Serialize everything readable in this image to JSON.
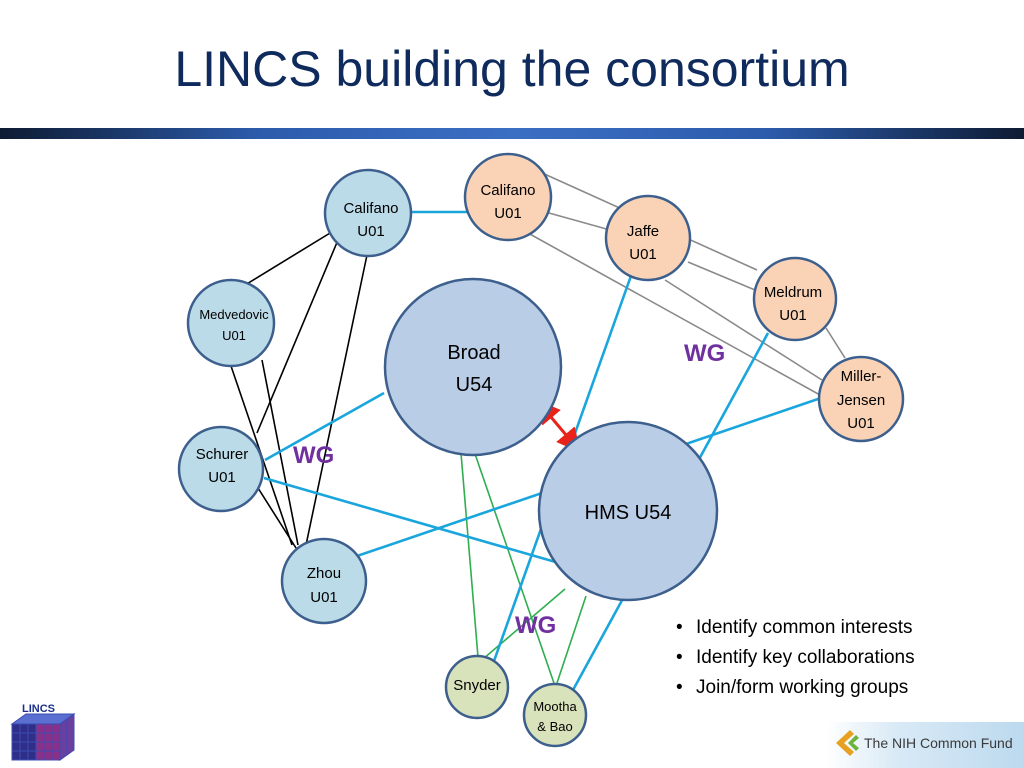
{
  "slide": {
    "title": "LINCS building the consortium",
    "bullets": [
      "Identify common interests",
      "Identify key collaborations",
      "Join/form working groups"
    ]
  },
  "nodes": {
    "califano_u01_left": {
      "line1": "Califano",
      "line2": "U01"
    },
    "califano_u01_right": {
      "line1": "Califano",
      "line2": "U01"
    },
    "jaffe_u01": {
      "line1": "Jaffe",
      "line2": "U01"
    },
    "meldrum_u01": {
      "line1": "Meldrum",
      "line2": "U01"
    },
    "miller_jensen_u01": {
      "line1": "Miller-",
      "line2": "Jensen",
      "line3": "U01"
    },
    "medvedovic_u01": {
      "line1": "Medvedovic",
      "line2": "U01"
    },
    "broad_u54": {
      "line1": "Broad",
      "line2": "U54"
    },
    "schurer_u01": {
      "line1": "Schurer",
      "line2": "U01"
    },
    "hms_u54": {
      "line1": "HMS U54"
    },
    "zhou_u01": {
      "line1": "Zhou",
      "line2": "U01"
    },
    "snyder": {
      "line1": "Snyder"
    },
    "mootha_bao": {
      "line1": "Mootha",
      "line2": "& Bao"
    }
  },
  "wg_labels": {
    "top_right": "WG",
    "middle_left": "WG",
    "bottom": "WG"
  },
  "footer": {
    "lincs_logo_text": "LINCS",
    "nih_text": "The NIH Common Fund"
  },
  "colors": {
    "title": "#0f2a5c",
    "u01_blue_fill": "#bcdbe8",
    "u54_fill": "#b9cde6",
    "u01_orange_fill": "#fad3b6",
    "green_fill": "#d8e3bb",
    "node_border": "#3d5f8d",
    "cyan_link": "#1aa6dd",
    "green_link": "#2fae4f",
    "gray_link": "#888888",
    "black_link": "#000000",
    "arrow": "#e8241a",
    "wg_text": "#7030a0"
  }
}
